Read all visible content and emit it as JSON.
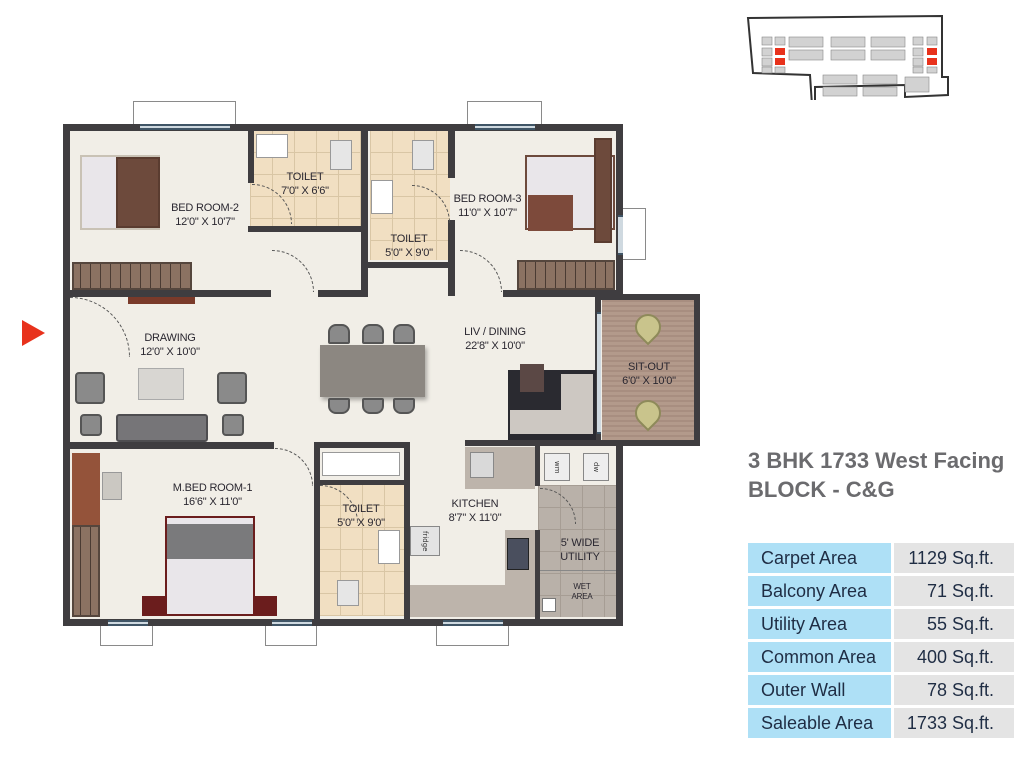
{
  "title": {
    "line1": "3 BHK 1733 West Facing",
    "line2": "BLOCK - C&G"
  },
  "area_table": [
    {
      "label": "Carpet Area",
      "value": "1129 Sq.ft."
    },
    {
      "label": "Balcony Area",
      "value": "71 Sq.ft."
    },
    {
      "label": "Utility Area",
      "value": "55 Sq.ft."
    },
    {
      "label": "Common Area",
      "value": "400 Sq.ft."
    },
    {
      "label": "Outer Wall",
      "value": "78 Sq.ft."
    },
    {
      "label": "Saleable Area",
      "value": "1733 Sq.ft."
    }
  ],
  "rooms": {
    "bedroom2": {
      "name": "BED ROOM-2",
      "size": "12'0\" X 10'7\""
    },
    "toilet1": {
      "name": "TOILET",
      "size": "7'0\" X 6'6\""
    },
    "toilet2": {
      "name": "TOILET",
      "size": "5'0\" X 9'0\""
    },
    "bedroom3": {
      "name": "BED ROOM-3",
      "size": "11'0\" X 10'7\""
    },
    "drawing": {
      "name": "DRAWING",
      "size": "12'0\" X 10'0\""
    },
    "living": {
      "name": "LIV / DINING",
      "size": "22'8\" X 10'0\""
    },
    "sitout": {
      "name": "SIT-OUT",
      "size": "6'0\" X 10'0\""
    },
    "master": {
      "name": "M.BED ROOM-1",
      "size": "16'6\" X 11'0\""
    },
    "toilet3": {
      "name": "TOILET",
      "size": "5'0\" X 9'0\""
    },
    "kitchen": {
      "name": "KITCHEN",
      "size": "8'7\" X 11'0\""
    },
    "utility": {
      "name": "5' WIDE UTILITY",
      "line1": "5' WIDE",
      "line2": "UTILITY"
    },
    "wet": {
      "line1": "WET",
      "line2": "AREA"
    }
  },
  "fixtures": {
    "fridge": "fridge",
    "wm": "wm",
    "dw": "dw"
  },
  "colors": {
    "entry_arrow": "#e8321c",
    "highlight_unit": "#e8321c",
    "table_key_bg": "#aee0f6",
    "table_value_bg": "#e4e4e4",
    "title_text": "#6b6b6e"
  }
}
